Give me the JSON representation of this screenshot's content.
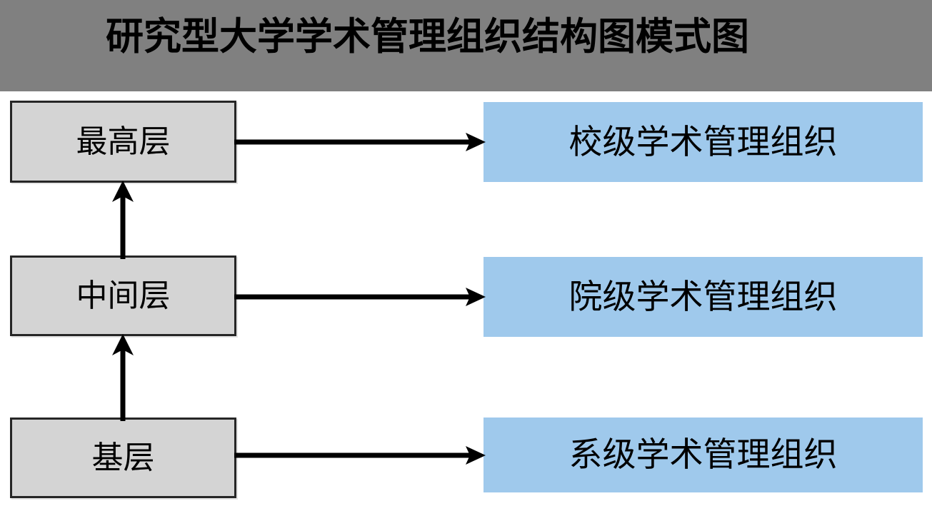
{
  "title": {
    "text": "研究型大学学术管理组织结构图模式图",
    "banner_color": "#808080",
    "text_color": "#000000"
  },
  "colors": {
    "level_box_fill": "#D4D4D4",
    "level_box_border": "#262626",
    "org_box_fill": "#9FC9EC",
    "arrow": "#000000",
    "background": "#FFFFFF"
  },
  "diagram": {
    "levels": [
      {
        "label": "最高层"
      },
      {
        "label": "中间层"
      },
      {
        "label": "基层"
      }
    ],
    "organizations": [
      {
        "label": "校级学术管理组织"
      },
      {
        "label": "院级学术管理组织"
      },
      {
        "label": "系级学术管理组织"
      }
    ],
    "horizontal_arrows": [
      {
        "from": "最高层",
        "to": "校级学术管理组织",
        "direction": "right"
      },
      {
        "from": "中间层",
        "to": "院级学术管理组织",
        "direction": "right"
      },
      {
        "from": "基层",
        "to": "系级学术管理组织",
        "direction": "right"
      }
    ],
    "vertical_arrows": [
      {
        "from": "中间层",
        "to": "最高层",
        "direction": "up"
      },
      {
        "from": "基层",
        "to": "中间层",
        "direction": "up"
      }
    ]
  }
}
